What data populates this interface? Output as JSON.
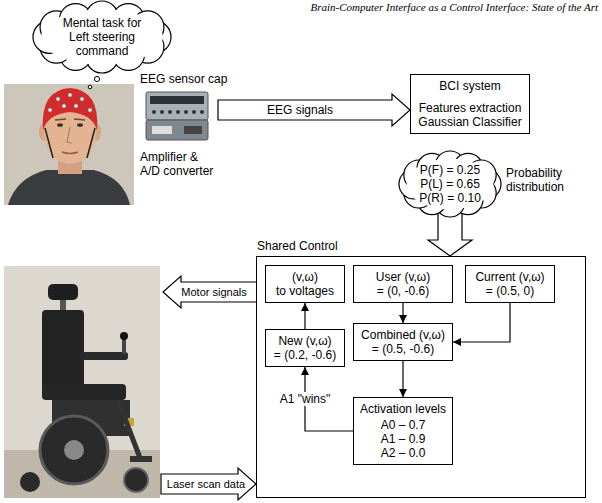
{
  "diagram": {
    "nodes": [
      {
        "text": [
          "Mental task for Left steering command"
        ]
      },
      {
        "text": [
          "BCI system",
          "Features extraction Gaussian Classifier"
        ]
      },
      {
        "text": [
          "P(F) = 0.25",
          "P(L) = 0.65",
          "P(R) = 0.10"
        ]
      },
      {
        "text": [
          "Shared Control"
        ]
      },
      {
        "text": [
          "(v,ω)",
          "to voltages"
        ],
        "in": 3
      },
      {
        "text": [
          "User (v,ω)",
          "= (0, -0.6)"
        ],
        "in": 3
      },
      {
        "text": [
          "Current (v,ω)",
          "= (0.5, 0)"
        ],
        "in": 3
      },
      {
        "text": [
          "New (v,ω)",
          "= (0.2, -0.6)"
        ],
        "in": 3
      },
      {
        "text": [
          "Combined (v,ω)",
          "= (0.5, -0.6)"
        ],
        "in": 3
      },
      {
        "text": [
          "Activation levels",
          "A0 – 0.7",
          "A1 – 0.9",
          "A2 – 0.0"
        ],
        "in": 3
      }
    ],
    "edges": [
      {
        "from": 2,
        "to": 3,
        "arrow": "to"
      },
      {
        "from": 5,
        "to": 8,
        "arrow": "to"
      },
      {
        "from": 6,
        "to": 8,
        "arrow": "to"
      },
      {
        "from": 8,
        "to": 9,
        "arrow": "to"
      },
      {
        "from": 9,
        "to": 7,
        "arrow": "to",
        "label": "A1 \"wins\""
      },
      {
        "from": 7,
        "to": 4,
        "arrow": "to"
      }
    ],
    "labels": [
      "Brain-Computer Interface as a Control Interface: State of the Art",
      "EEG sensor cap",
      "Amplifier & A/D converter",
      "EEG signals",
      "Probability distribution",
      "Motor signals",
      "Laser scan data"
    ]
  }
}
